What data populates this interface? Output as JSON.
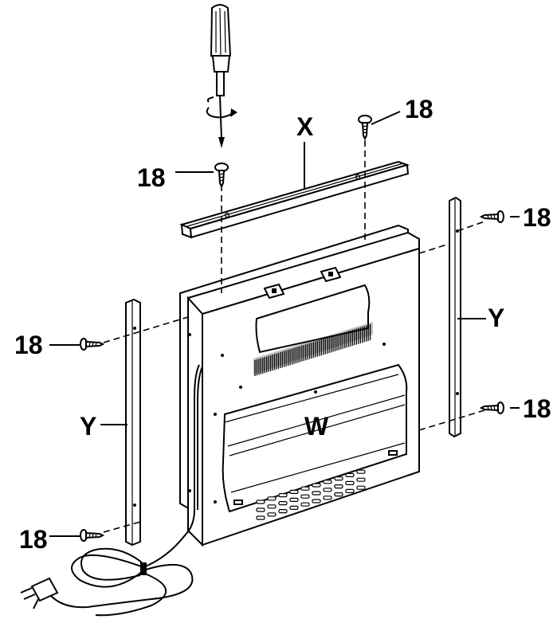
{
  "labels": {
    "screw": "18",
    "top_bracket": "X",
    "side_bracket": "Y",
    "heater": "W"
  },
  "colors": {
    "line": "#000000",
    "background": "#ffffff"
  },
  "icons": [
    "screwdriver-icon",
    "screw-icon",
    "power-plug-icon",
    "rotation-arrow-icon"
  ]
}
